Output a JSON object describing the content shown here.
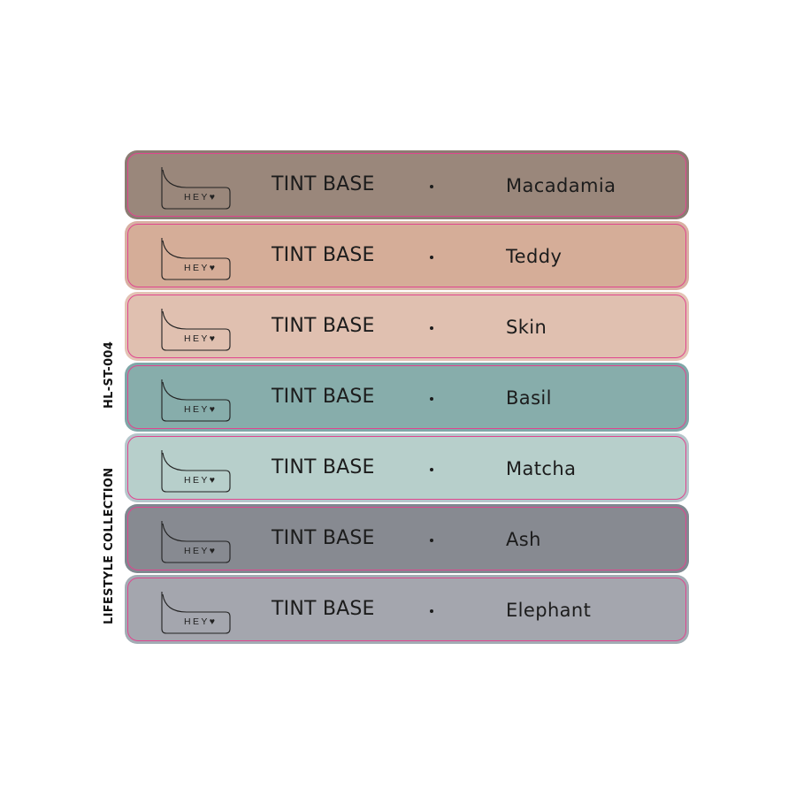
{
  "side_labels": {
    "collection": "LIFESTYLE COLLECTION",
    "code": "HL-ST-004"
  },
  "logo_text": "HEY♥",
  "strips": [
    {
      "product": "TINT BASE",
      "shade": "Macadamia",
      "color": "#9a877b",
      "outer": "#8b7c72"
    },
    {
      "product": "TINT BASE",
      "shade": "Teddy",
      "color": "#d5ad98",
      "outer": "#d8b0a2"
    },
    {
      "product": "TINT BASE",
      "shade": "Skin",
      "color": "#e0c0b0",
      "outer": "#e3c3b4"
    },
    {
      "product": "TINT BASE",
      "shade": "Basil",
      "color": "#87adab",
      "outer": "#7fa7a8"
    },
    {
      "product": "TINT BASE",
      "shade": "Matcha",
      "color": "#b7cfcb",
      "outer": "#b5c6cb"
    },
    {
      "product": "TINT BASE",
      "shade": "Ash",
      "color": "#878a91",
      "outer": "#7f8890"
    },
    {
      "product": "TINT BASE",
      "shade": "Elephant",
      "color": "#a4a6ae",
      "outer": "#a2acb4"
    }
  ],
  "accent_border_color": "#e0468f"
}
